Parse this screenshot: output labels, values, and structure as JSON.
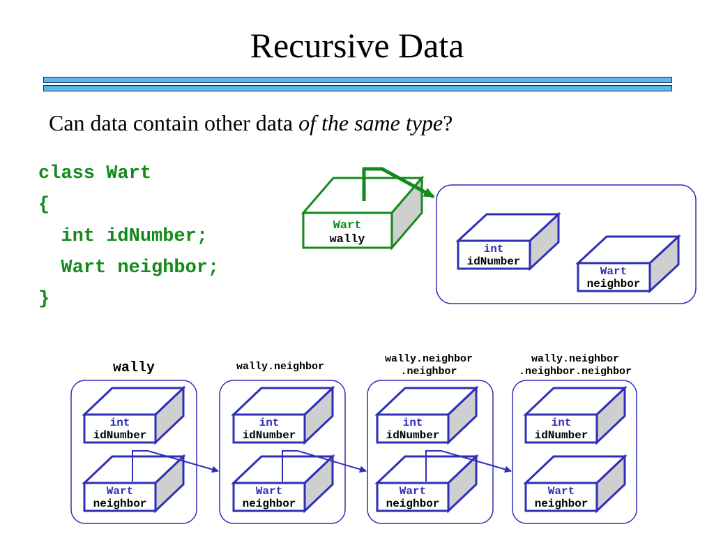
{
  "title": "Recursive Data",
  "question": {
    "prefix": "Can data contain other data ",
    "emphasis": "of the same type",
    "suffix": "?"
  },
  "code": {
    "line1": "class Wart",
    "line2": "{",
    "line3": "  int idNumber;",
    "line4": "  Wart neighbor;",
    "line5": "}"
  },
  "variable_box": {
    "type": "Wart",
    "name": "wally"
  },
  "object_fields": {
    "id_type": "int",
    "id_name": "idNumber",
    "neighbor_type": "Wart",
    "neighbor_name": "neighbor"
  },
  "chain_labels": {
    "c1": "wally",
    "c2": "wally.neighbor",
    "c3_line1": "wally.neighbor",
    "c3_line2": ".neighbor",
    "c4_line1": "wally.neighbor",
    "c4_line2": ".neighbor.neighbor"
  },
  "colors": {
    "green": "#138a1a",
    "blue": "#2e2eb8",
    "box_side": "#cfcfcf",
    "rule": "#5bb8e8"
  }
}
